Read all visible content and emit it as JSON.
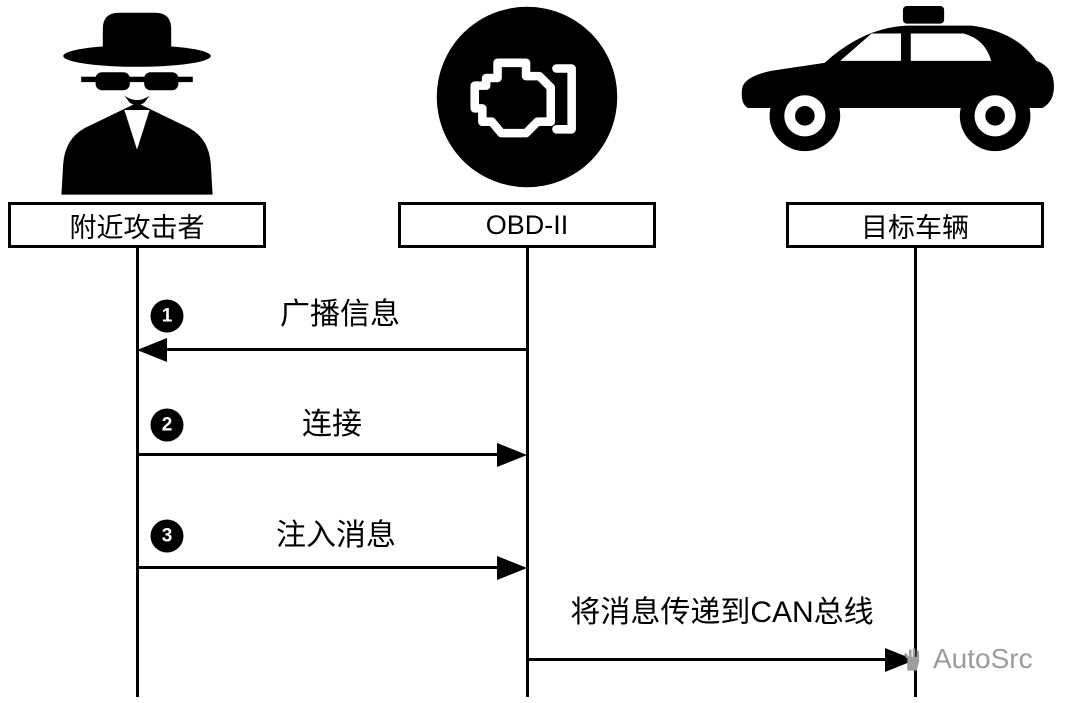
{
  "actors": [
    {
      "id": "attacker",
      "label": "附近攻击者",
      "icon": "spy-icon"
    },
    {
      "id": "obd",
      "label": "OBD-II",
      "icon": "engine-icon"
    },
    {
      "id": "vehicle",
      "label": "目标车辆",
      "icon": "car-icon"
    }
  ],
  "messages": [
    {
      "step": "1",
      "label": "广播信息",
      "from": "obd",
      "to": "attacker",
      "direction": "left"
    },
    {
      "step": "2",
      "label": "连接",
      "from": "attacker",
      "to": "obd",
      "direction": "right"
    },
    {
      "step": "3",
      "label": "注入消息",
      "from": "attacker",
      "to": "obd",
      "direction": "right"
    },
    {
      "step": "",
      "label": "将消息传递到CAN总线",
      "from": "obd",
      "to": "vehicle",
      "direction": "right"
    }
  ],
  "watermark": {
    "text": "AutoSrc",
    "icon": "hand-logo-icon"
  },
  "colors": {
    "ink": "#000000",
    "background": "#ffffff",
    "watermark": "#9c9c9c"
  }
}
